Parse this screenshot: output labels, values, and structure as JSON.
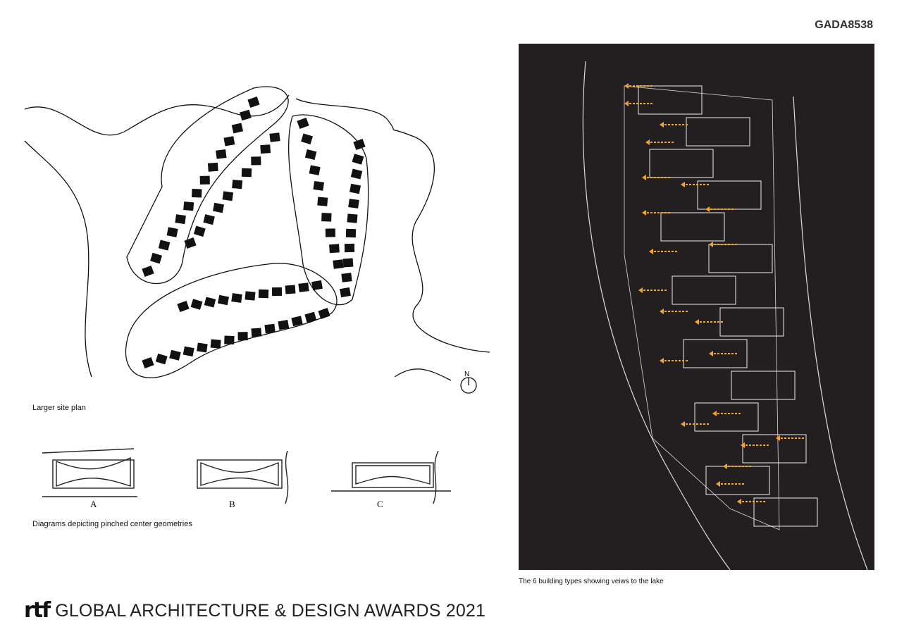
{
  "header": {
    "code": "GADA8538"
  },
  "site_plan": {
    "caption": "Larger site plan",
    "north_label": "N"
  },
  "diagrams": {
    "caption": "Diagrams depicting pinched center geometries",
    "labels": [
      "A",
      "B",
      "C"
    ]
  },
  "building_plan": {
    "caption": "The 6 building types showing veiws to the lake",
    "arrow_color": "#f5a623"
  },
  "footer": {
    "logo": "rtf",
    "title": "GLOBAL ARCHITECTURE & DESIGN AWARDS 2021"
  }
}
